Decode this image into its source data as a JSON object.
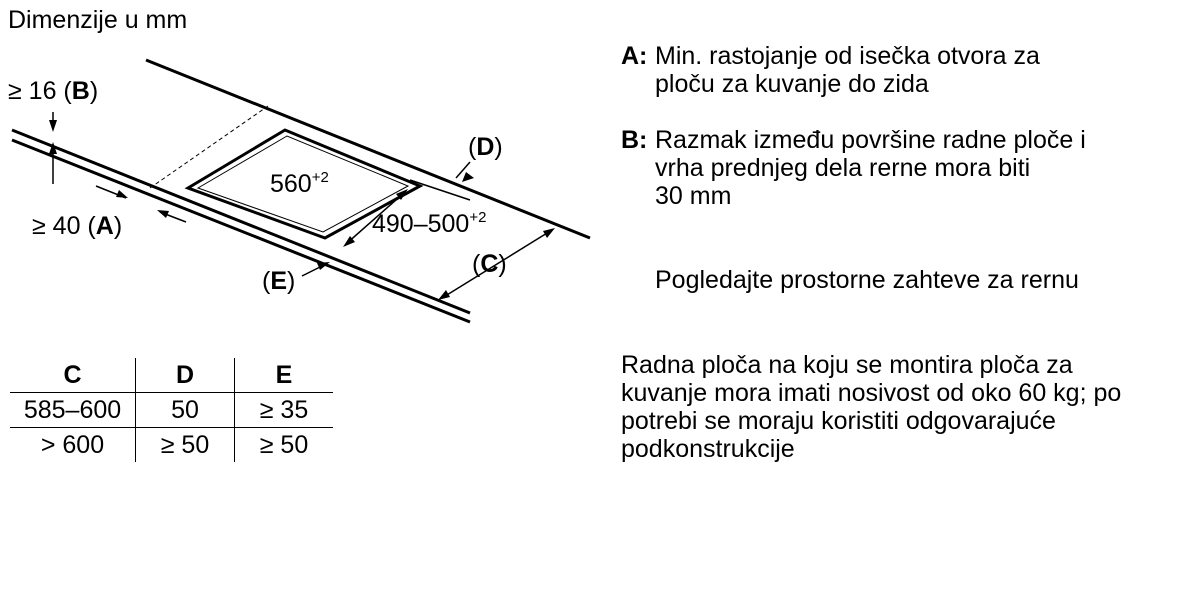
{
  "header": {
    "title": "Dimenzije u mm"
  },
  "diagram": {
    "label_b": {
      "prefix": "≥ 16 (",
      "letter": "B",
      "suffix": ")"
    },
    "label_a": {
      "prefix": "≥ 40 (",
      "letter": "A",
      "suffix": ")"
    },
    "label_d": {
      "prefix": "(",
      "letter": "D",
      "suffix": ")"
    },
    "label_c": {
      "prefix": "(",
      "letter": "C",
      "suffix": ")"
    },
    "label_e": {
      "prefix": "(",
      "letter": "E",
      "suffix": ")"
    },
    "width_dim": {
      "value": "560",
      "tolerance": "+2"
    },
    "depth_dim": {
      "value": "490–500",
      "tolerance": "+2"
    }
  },
  "notes": {
    "a": {
      "key": "A:",
      "lines": [
        "Min. rastojanje od isečka otvora za",
        "ploču za kuvanje do zida"
      ]
    },
    "b": {
      "key": "B:",
      "lines": [
        "Razmak između površine radne ploče i",
        "vrha prednjeg dela rerne mora biti",
        "30 mm"
      ]
    },
    "oven": "Pogledajte prostorne zahteve za rernu",
    "load": {
      "lines": [
        "Radna ploča na koju se montira ploča za",
        "kuvanje mora imati nosivost od oko 60 kg; po",
        "potrebi se moraju koristiti odgovarajuće",
        "podkonstrukcije"
      ]
    }
  },
  "table": {
    "headers": [
      "C",
      "D",
      "E"
    ],
    "rows": [
      [
        "585–600",
        "50",
        "≥ 35"
      ],
      [
        "> 600",
        "≥ 50",
        "≥ 50"
      ]
    ]
  }
}
